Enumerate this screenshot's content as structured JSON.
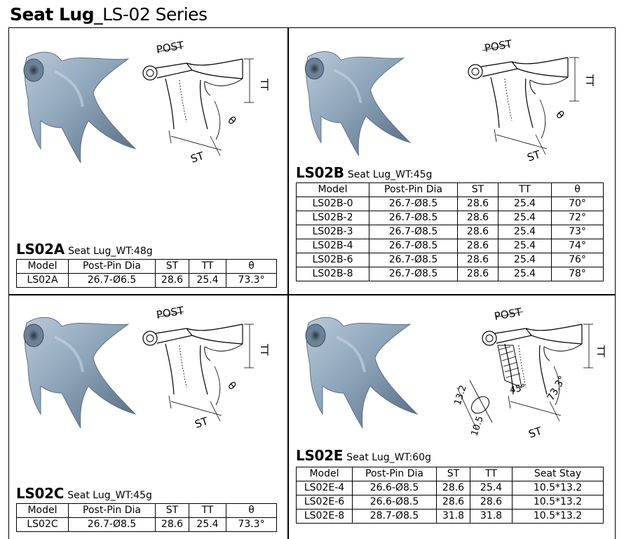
{
  "title": {
    "bold": "Seat Lug",
    "rest": "_LS-02 Series"
  },
  "sections": {
    "a": {
      "code": "LS02A",
      "subtitle": "Seat Lug_WT:48g",
      "headers": [
        "Model",
        "Post-Pin Dia",
        "ST",
        "TT",
        "θ"
      ],
      "rows": [
        [
          "LS02A",
          "26.7-Ø6.5",
          "28.6",
          "25.4",
          "73.3°"
        ]
      ]
    },
    "b": {
      "code": "LS02B",
      "subtitle": "Seat Lug_WT:45g",
      "headers": [
        "Model",
        "Post-Pin Dia",
        "ST",
        "TT",
        "θ"
      ],
      "rows": [
        [
          "LS02B-0",
          "26.7-Ø8.5",
          "28.6",
          "25.4",
          "70°"
        ],
        [
          "LS02B-2",
          "26.7-Ø8.5",
          "28.6",
          "25.4",
          "72°"
        ],
        [
          "LS02B-3",
          "26.7-Ø8.5",
          "28.6",
          "25.4",
          "73°"
        ],
        [
          "LS02B-4",
          "26.7-Ø8.5",
          "28.6",
          "25.4",
          "74°"
        ],
        [
          "LS02B-6",
          "26.7-Ø8.5",
          "28.6",
          "25.4",
          "76°"
        ],
        [
          "LS02B-8",
          "26.7-Ø8.5",
          "28.6",
          "25.4",
          "78°"
        ]
      ]
    },
    "c": {
      "code": "LS02C",
      "subtitle": "Seat Lug_WT:45g",
      "headers": [
        "Model",
        "Post-Pin Dia",
        "ST",
        "TT",
        "θ"
      ],
      "rows": [
        [
          "LS02C",
          "26.7-Ø8.5",
          "28.6",
          "25.4",
          "73.3°"
        ]
      ]
    },
    "e": {
      "code": "LS02E",
      "subtitle": "Seat Lug_WT:60g",
      "headers": [
        "Model",
        "Post-Pin Dia",
        "ST",
        "TT",
        "Seat Stay"
      ],
      "rows": [
        [
          "LS02E-4",
          "26.6-Ø8.5",
          "28.6",
          "25.4",
          "10.5*13.2"
        ],
        [
          "LS02E-6",
          "26.6-Ø8.5",
          "28.6",
          "28.6",
          "10.5*13.2"
        ],
        [
          "LS02E-8",
          "28.7-Ø8.5",
          "31.8",
          "31.8",
          "10.5*13.2"
        ]
      ]
    }
  },
  "diagram_labels": {
    "post": "POST",
    "st": "ST",
    "tt": "TT",
    "theta": "θ",
    "e_angle1": "45°",
    "e_angle2": "73.3°",
    "e_dim1": "13.2",
    "e_dim2": "10.5"
  },
  "colors": {
    "photo_light": "#a9bccd",
    "photo_mid": "#7f97ad",
    "photo_dark": "#4f6276"
  }
}
